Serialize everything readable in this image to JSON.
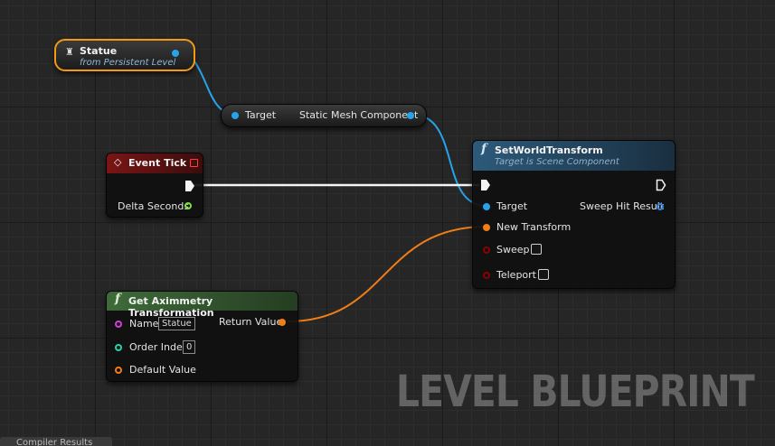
{
  "statue_node": {
    "title": "Statue",
    "subtitle": "from Persistent Level"
  },
  "mesh_node": {
    "target_label": "Target",
    "output_label": "Static Mesh Component"
  },
  "event_tick": {
    "title": "Event Tick",
    "delta_label": "Delta Seconds"
  },
  "set_world_transform": {
    "title": "SetWorldTransform",
    "subtitle": "Target is Scene Component",
    "target_label": "Target",
    "sweep_hit_label": "Sweep Hit Result",
    "new_transform_label": "New Transform",
    "sweep_label": "Sweep",
    "teleport_label": "Teleport"
  },
  "get_aximmetry": {
    "title": "Get Aximmetry Transformation",
    "name_label": "Name",
    "name_value": "Statue",
    "return_label": "Return Value",
    "order_label": "Order Index",
    "order_value": "0",
    "default_label": "Default Value"
  },
  "watermark": "LEVEL BLUEPRINT",
  "bottom_tab": "Compiler Results",
  "colors": {
    "object_pin": "#27a3e8",
    "struct_pin": "#f07e17",
    "bool_pin": "#8c0000",
    "float_pin": "#7fe040",
    "name_pin": "#d23fd2",
    "int_pin": "#1fd6a8",
    "function_header": "#2d5a7a",
    "pure_header": "#3f6b3a",
    "event_header": "#7a1515"
  },
  "icons": [
    "actor-icon",
    "event-diamond-icon",
    "function-f-icon"
  ]
}
